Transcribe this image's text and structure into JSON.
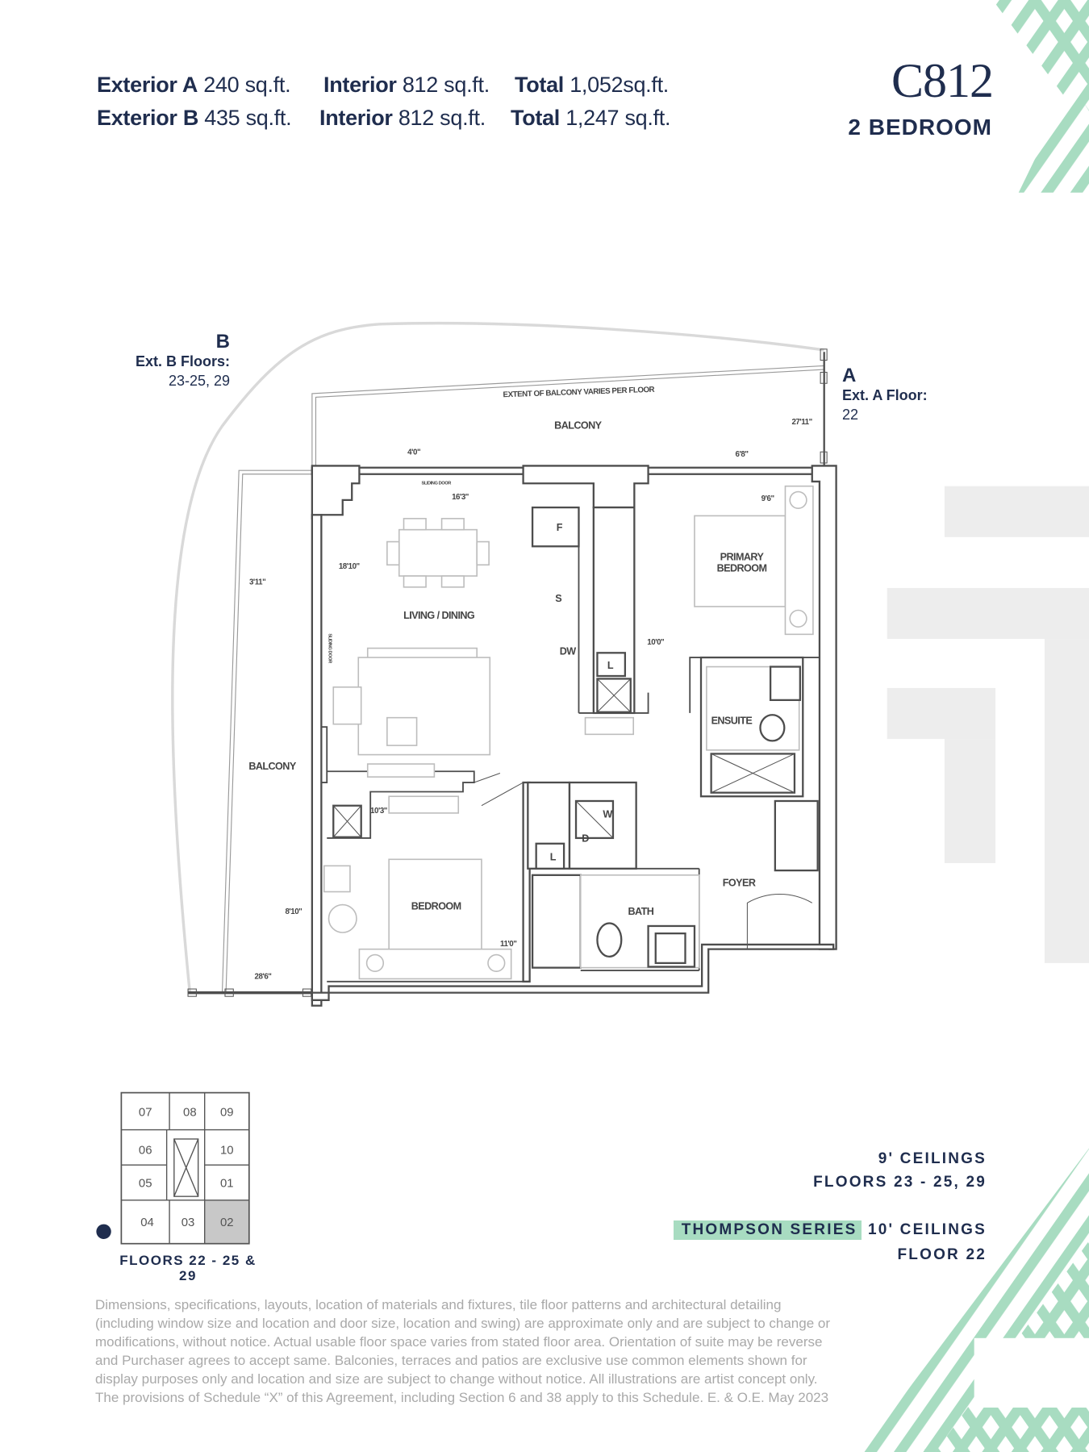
{
  "header": {
    "row_a": {
      "ext_label": "Exterior A",
      "ext_value": "240 sq.ft.",
      "int_label": "Interior",
      "int_value": "812 sq.ft.",
      "total_label": "Total",
      "total_value": "1,052sq.ft."
    },
    "row_b": {
      "ext_label": "Exterior B",
      "ext_value": "435 sq.ft.",
      "int_label": "Interior",
      "int_value": "812 sq.ft.",
      "total_label": "Total",
      "total_value": "1,247 sq.ft."
    },
    "unit_code": "C812",
    "unit_type": "2 BEDROOM"
  },
  "exterior_b": {
    "letter": "B",
    "label": "Ext. B Floors:",
    "floors": "23-25, 29"
  },
  "exterior_a": {
    "letter": "A",
    "label": "Ext. A Floor:",
    "floors": "22"
  },
  "plan": {
    "rooms": {
      "balcony_top": "BALCONY",
      "balcony_note": "EXTENT OF BALCONY VARIES PER FLOOR",
      "living_dining": "LIVING / DINING",
      "primary_bedroom_1": "PRIMARY",
      "primary_bedroom_2": "BEDROOM",
      "ensuite": "ENSUITE",
      "balcony_left": "BALCONY",
      "bedroom": "BEDROOM",
      "bath": "BATH",
      "foyer": "FOYER",
      "fridge": "F",
      "stove": "S",
      "dishwasher": "DW",
      "linen_1": "L",
      "linen_2": "L",
      "washer": "W",
      "dryer": "D",
      "sliding_door_1": "SLIDING DOOR",
      "sliding_door_2": "SLIDING DOOR"
    },
    "dimensions": {
      "d1": "4'0\"",
      "d2": "6'8\"",
      "d3": "16'3\"",
      "d4": "9'6\"",
      "d5": "18'10\"",
      "d6": "3'11\"",
      "d7": "10'0\"",
      "d8": "27'11\"",
      "d9": "10'3\"",
      "d10": "8'10\"",
      "d11": "11'0\"",
      "d12": "28'6\""
    }
  },
  "key_plan": {
    "units": [
      "07",
      "08",
      "09",
      "06",
      "10",
      "05",
      "01",
      "04",
      "03",
      "02"
    ],
    "highlighted": "02",
    "caption_1": "FLOORS  22 - 25 &",
    "caption_2": "29"
  },
  "ceilings": {
    "standard_height": "9' CEILINGS",
    "standard_floors": "FLOORS 23 - 25, 29",
    "series_label": "THOMPSON SERIES",
    "series_height": "10' CEILINGS",
    "series_floor": "FLOOR 22"
  },
  "disclaimer": [
    "Dimensions, specifications, layouts, location of materials and fixtures, tile floor patterns and architectural detailing",
    "(including window size and location and door size, location and swing) are approximate only and are subject to change or",
    "modifications, without notice. Actual usable floor space varies from stated floor area. Orientation of suite may be reverse",
    "and Purchaser agrees to accept same. Balconies, terraces and patios are exclusive use common elements shown for",
    "display purposes only and location and size are subject to change without notice. All illustrations are artist concept only.",
    "The provisions of Schedule “X” of this Agreement, including Section 6 and 38 apply to this Schedule. E. & O.E. May 2023"
  ],
  "colors": {
    "navy": "#1f2d4e",
    "mint": "#a8dcc1",
    "watermark": "#ededed",
    "disclaimer": "#a9a9a9",
    "highlight_unit": "#c8c8c8"
  }
}
